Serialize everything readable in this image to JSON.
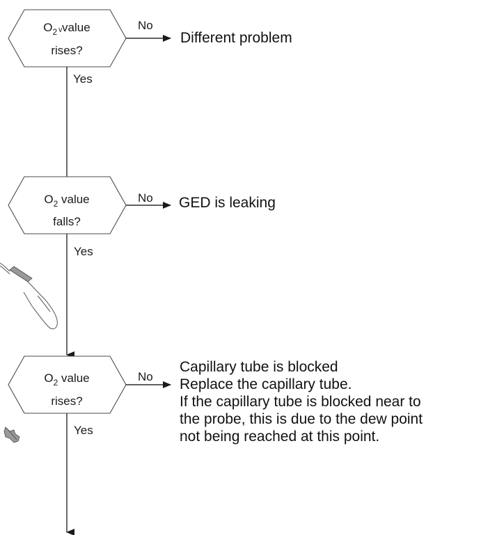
{
  "decisions": [
    {
      "line1": "O",
      "sub": "2",
      "line1_rest": "value",
      "line2": "rises?",
      "no_label": "No",
      "yes_label": "Yes",
      "outcome": [
        "Different problem"
      ]
    },
    {
      "line1": "O",
      "sub": "2",
      "line1_rest": " value",
      "line2": "falls?",
      "no_label": "No",
      "yes_label": "Yes",
      "outcome": [
        "GED is leaking"
      ]
    },
    {
      "line1": "O",
      "sub": "2",
      "line1_rest": " value",
      "line2": "rises?",
      "no_label": "No",
      "yes_label": "Yes",
      "outcome": [
        "Capillary tube is blocked",
        "Replace the capillary tube.",
        "If the capillary tube is blocked near to",
        "the probe, this is due to the dew point",
        "not being reached at this point."
      ]
    }
  ]
}
